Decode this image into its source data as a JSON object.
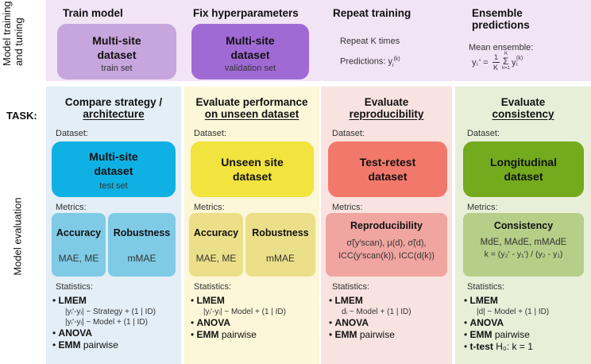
{
  "side": {
    "training": "Model training and tuning",
    "training_l1": "Model training",
    "training_l2": "and tuning",
    "evaluation": "Model evaluation",
    "task": "TASK:"
  },
  "top": {
    "train": {
      "title": "Train model",
      "box_l1": "Multi-site",
      "box_l2": "dataset",
      "sub": "train set"
    },
    "fix": {
      "title": "Fix hyperparameters",
      "box_l1": "Multi-site",
      "box_l2": "dataset",
      "sub": "validation set"
    },
    "repeat": {
      "title": "Repeat training",
      "line1": "Repeat K times",
      "line2": "Predictions: y",
      "line2_sub": "i",
      "line2_sup": "(k)"
    },
    "ensemble": {
      "title_l1": "Ensemble",
      "title_l2": "predictions",
      "line1": "Mean ensemble:",
      "formula": "yᵢ' = 1/K Σ yᵢ⁽ᵏ⁾",
      "f_y": "y",
      "f_i": "i",
      "f_p": "' =",
      "f_1": "1",
      "f_K": "K",
      "f_Kt": "K",
      "f_sig": "Σ",
      "f_k1": "k=1",
      "f_y2": "y",
      "f_i2": "i",
      "f_k2": "(k)"
    }
  },
  "common": {
    "dataset_label": "Dataset:",
    "metrics_label": "Metrics:",
    "statistics_label": "Statistics:"
  },
  "columns": [
    {
      "header_l1": "Compare strategy /",
      "header_l2": "architecture",
      "dataset_l1": "Multi-site",
      "dataset_l2": "dataset",
      "dataset_sub": "test set",
      "metric1_title": "Accuracy",
      "metric1_text": "MAE, ME",
      "metric2_title": "Robustness",
      "metric2_text": "mMAE",
      "stats": {
        "lmem": "LMEM",
        "f1": "|yᵢ'-yᵢ| ~ Strategy + (1 | ID)",
        "f2": "|yᵢ'-yᵢ| ~ Model + (1 | ID)",
        "anova": "ANOVA",
        "emm": "EMM",
        "emm_rest": " pairwise"
      }
    },
    {
      "header_l1": "Evaluate performance",
      "header_l2": "on unseen dataset",
      "dataset_l1": "Unseen site",
      "dataset_l2": "dataset",
      "metric1_title": "Accuracy",
      "metric1_text": "MAE, ME",
      "metric2_title": "Robustness",
      "metric2_text": "mMAE",
      "stats": {
        "lmem": "LMEM",
        "f1": "|yᵢ'-yᵢ| ~ Model + (1 | ID)",
        "anova": "ANOVA",
        "emm": "EMM",
        "emm_rest": " pairwise"
      }
    },
    {
      "header_l1": "Evaluate",
      "header_l2": "reproducibility",
      "dataset_l1": "Test-retest",
      "dataset_l2": "dataset",
      "metric1_title": "Reproducibility",
      "metric_l1": "σ̃(y′scan), μ(d), σ̃(d),",
      "metric_l2": "ICC(y′scan(k)), ICC(d(k))",
      "stats": {
        "lmem": "LMEM",
        "f1": "dᵢ ~ Model + (1 | ID)",
        "anova": "ANOVA",
        "emm": "EMM",
        "emm_rest": " pairwise"
      }
    },
    {
      "header_l1": "Evaluate",
      "header_l2": "consistency",
      "dataset_l1": "Longitudinal",
      "dataset_l2": "dataset",
      "metric1_title": "Consistency",
      "metric_l1": "MdE, MAdE, mMAdE",
      "metric_l2": "k = (y₂' - y₁') / (y₂ - y₁)",
      "stats": {
        "lmem": "LMEM",
        "f1": "|d| ~ Model + (1 | ID)",
        "anova": "ANOVA",
        "emm": "EMM",
        "emm_rest": " pairwise",
        "ttest": "t-test",
        "ttest_rest": " H₀: k = 1"
      }
    }
  ],
  "colors": {
    "purple_box": "#c7a5dd",
    "purple_dark": "#a06ad5",
    "blue": "#0fb1e4",
    "blue_light": "#7fcbe6",
    "yellow": "#f2e33e",
    "yellow_light": "#ecdf89",
    "red": "#f2786c",
    "red_light": "#f0a5a0",
    "green": "#74aa1d",
    "green_light": "#b5cf88"
  }
}
